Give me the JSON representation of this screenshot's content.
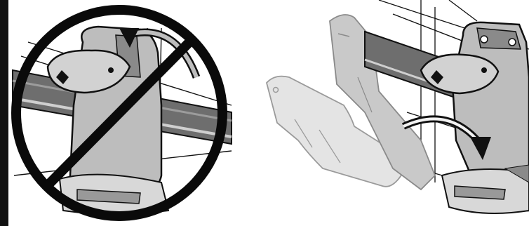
{
  "figure": {
    "panels": [
      {
        "id": "incorrect",
        "symbol": "prohibition-sign",
        "subject": "clip-over-rail"
      },
      {
        "id": "correct",
        "symbol": "rotate-arrow",
        "subject": "clip-flap-folded-around-rail"
      }
    ],
    "colors": {
      "line": "#111111",
      "clip_fill": "#bdbdbd",
      "clip_dark": "#8a8a8a",
      "rail_fill": "#6e6e6e",
      "ghost_fill": "#e4e4e4",
      "ghost_line": "#9a9a9a",
      "prohibition": "#0a0a0a",
      "background": "#ffffff"
    }
  }
}
